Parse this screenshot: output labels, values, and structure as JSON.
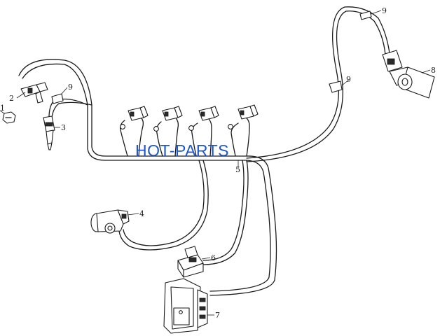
{
  "watermark": "HOT-PARTS",
  "colors": {
    "line": "#1a1a1a",
    "watermark": "#1f57c9",
    "background": "#ffffff"
  },
  "callouts": [
    "1",
    "2",
    "3",
    "4",
    "5",
    "6",
    "7",
    "8",
    "9",
    "9",
    "9"
  ]
}
